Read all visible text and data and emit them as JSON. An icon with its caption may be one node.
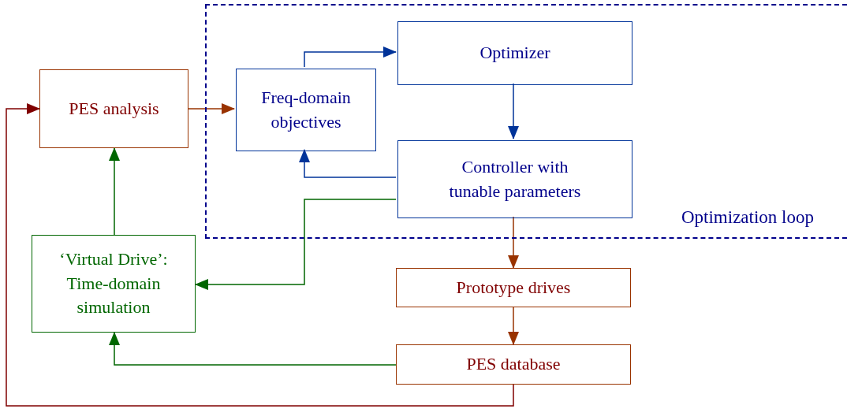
{
  "diagram": {
    "nodes": [
      {
        "text": [
          "Optimization loop"
        ]
      },
      {
        "text": [
          "Optimizer"
        ],
        "in": 0
      },
      {
        "text": [
          "PES analysis"
        ]
      },
      {
        "text": [
          "Freq-domain objectives"
        ],
        "in": 0
      },
      {
        "text": [
          "Controller with tunable parameters"
        ],
        "in": 0
      },
      {
        "text": [
          "‘Virtual Drive’: Time-domain simulation"
        ]
      },
      {
        "text": [
          "Prototype drives"
        ]
      },
      {
        "text": [
          "PES database"
        ]
      }
    ],
    "edges": [
      {
        "from": 3,
        "to": 1,
        "arrow": "to",
        "color": "#003399"
      },
      {
        "from": 1,
        "to": 4,
        "arrow": "to",
        "color": "#003399"
      },
      {
        "from": 4,
        "to": 3,
        "arrow": "to",
        "color": "#003399"
      },
      {
        "from": 2,
        "to": 3,
        "arrow": "to",
        "color": "#993300"
      },
      {
        "from": 4,
        "to": 5,
        "arrow": "to",
        "color": "#006600"
      },
      {
        "from": 5,
        "to": 2,
        "arrow": "to",
        "color": "#006600"
      },
      {
        "from": 4,
        "to": 6,
        "arrow": "to",
        "color": "#993300"
      },
      {
        "from": 6,
        "to": 7,
        "arrow": "to",
        "color": "#993300"
      },
      {
        "from": 7,
        "to": 5,
        "arrow": "to",
        "color": "#006600"
      },
      {
        "from": 7,
        "to": 2,
        "arrow": "to",
        "color": "#800000"
      }
    ]
  }
}
